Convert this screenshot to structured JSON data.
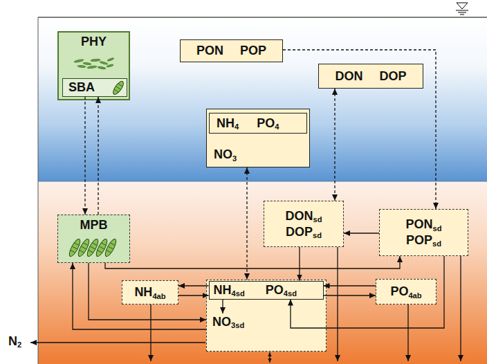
{
  "diagram": {
    "nodes": [
      {
        "text": [
          "PHY"
        ]
      },
      {
        "text": [
          "SBA"
        ],
        "in": 0
      },
      {
        "text": [
          "PON",
          "POP"
        ]
      },
      {
        "text": [
          "DON",
          "DOP"
        ]
      },
      {
        "text": [
          "NO3"
        ]
      },
      {
        "text": [
          "NH4",
          "PO4"
        ],
        "in": 4
      },
      {
        "text": [
          "MPB"
        ]
      },
      {
        "text": [
          "DONsd",
          "DOPsd"
        ]
      },
      {
        "text": [
          "PONsd",
          "POPsd"
        ]
      },
      {
        "text": [
          "NH4ab"
        ]
      },
      {
        "text": [
          "NO3sd"
        ]
      },
      {
        "text": [
          "NH4sd",
          "PO4sd"
        ],
        "in": 10
      },
      {
        "text": [
          "PO4ab"
        ]
      }
    ],
    "edges": [
      {
        "from": 1,
        "to": 6,
        "arrow": "to"
      },
      {
        "from": 6,
        "to": 1,
        "arrow": "to"
      },
      {
        "from": 2,
        "to": 8,
        "arrow": "to"
      },
      {
        "from": 3,
        "to": 7,
        "arrow": "both"
      },
      {
        "from": 4,
        "to": 10,
        "arrow": "both"
      },
      {
        "from": 8,
        "to": 7,
        "arrow": "to"
      },
      {
        "from": 7,
        "to": 11,
        "arrow": "to"
      },
      {
        "from": 6,
        "to": 8,
        "arrow": "to"
      },
      {
        "from": 11,
        "to": 9,
        "arrow": "to"
      },
      {
        "from": 9,
        "to": 11,
        "arrow": "to"
      },
      {
        "from": 12,
        "to": 11,
        "arrow": "to"
      },
      {
        "from": 11,
        "to": 12,
        "arrow": "to"
      },
      {
        "from": 11,
        "to": 10,
        "arrow": "to"
      },
      {
        "from": 10,
        "to": 6,
        "arrow": "to"
      },
      {
        "from": 6,
        "to": 10,
        "arrow": "to"
      },
      {
        "from": 8,
        "to": 11,
        "arrow": "to"
      }
    ],
    "labels": [
      "N2"
    ]
  }
}
